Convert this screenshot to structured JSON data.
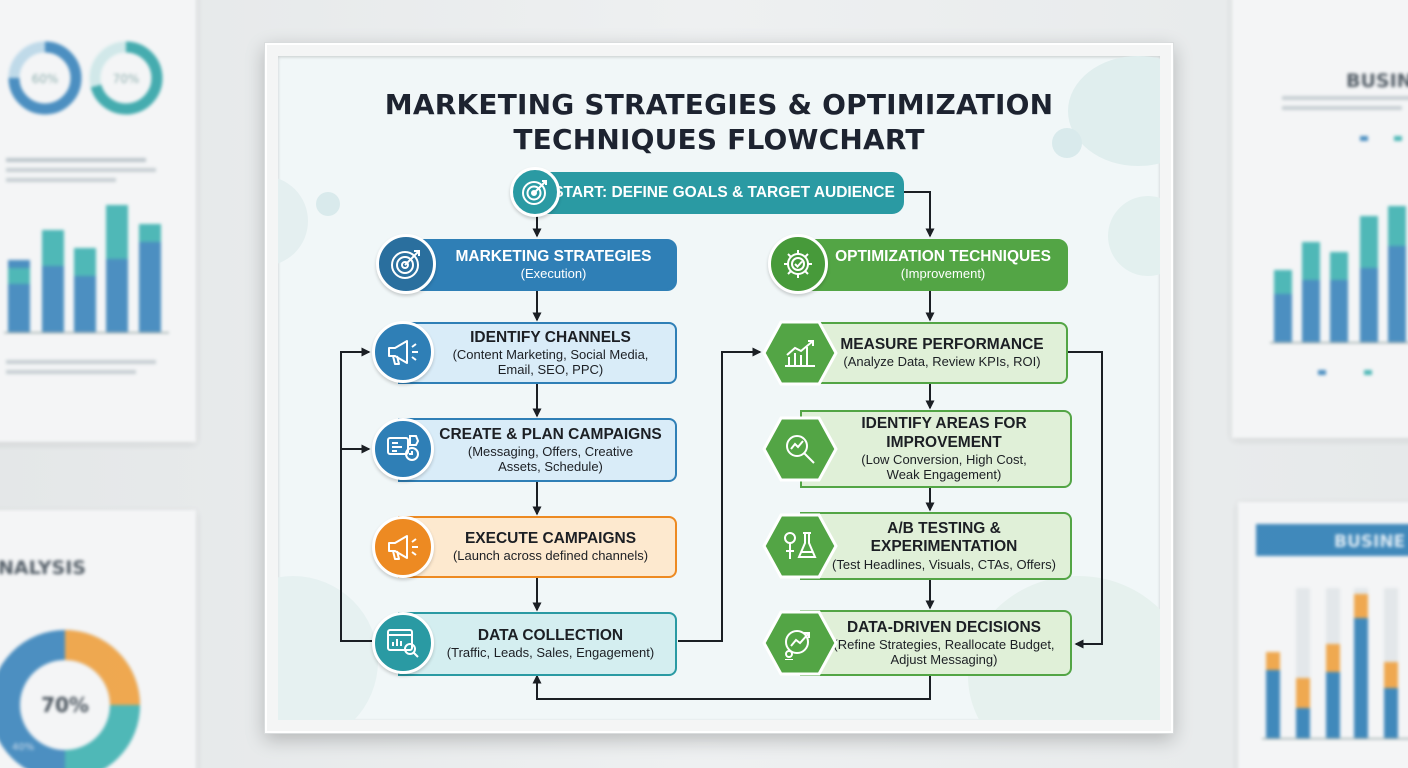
{
  "title": {
    "line1": "MARKETING STRATEGIES & OPTIMIZATION",
    "line2": "TECHNIQUES FLOWCHART"
  },
  "start": {
    "label": "START: DEFINE GOALS & TARGET AUDIENCE",
    "icon": "target-icon"
  },
  "left": {
    "header": {
      "title": "MARKETING STRATEGIES",
      "subtitle": "(Execution)",
      "icon": "target-icon"
    },
    "steps": [
      {
        "title": "IDENTIFY CHANNELS",
        "lines": [
          "(Content Marketing, Social Media,",
          "Email, SEO, PPC)"
        ],
        "icon": "megaphone-icon"
      },
      {
        "title": "CREATE & PLAN CAMPAIGNS",
        "lines": [
          "(Messaging, Offers, Creative",
          "Assets, Schedule)"
        ],
        "icon": "campaign-plan-icon"
      },
      {
        "title": "EXECUTE CAMPAIGNS",
        "lines": [
          "(Launch across defined channels)"
        ],
        "icon": "megaphone-icon"
      },
      {
        "title": "DATA COLLECTION",
        "lines": [
          "(Traffic, Leads, Sales, Engagement)"
        ],
        "icon": "analytics-search-icon"
      }
    ]
  },
  "right": {
    "header": {
      "title": "OPTIMIZATION TECHNIQUES",
      "subtitle": "(Improvement)",
      "icon": "gear-icon"
    },
    "steps": [
      {
        "title": "MEASURE PERFORMANCE",
        "lines": [
          "(Analyze Data, Review KPIs, ROI)"
        ],
        "icon": "growth-chart-icon"
      },
      {
        "title": "IDENTIFY AREAS FOR",
        "title2": "IMPROVEMENT",
        "lines": [
          "(Low Conversion, High Cost,",
          "Weak Engagement)"
        ],
        "icon": "magnifier-chart-icon"
      },
      {
        "title": "A/B TESTING &",
        "title2": "EXPERIMENTATION",
        "lines": [
          "(Test Headlines, Visuals, CTAs, Offers)"
        ],
        "icon": "lab-test-icon"
      },
      {
        "title": "DATA-DRIVEN DECISIONS",
        "lines": [
          "(Refine Strategies, Reallocate Budget,",
          "Adjust Messaging)"
        ],
        "icon": "decision-icon"
      }
    ]
  },
  "colors": {
    "blue": "#2f7fb6",
    "orange": "#ed8a22",
    "teal": "#2a9aa3",
    "green": "#53a545",
    "start": "#2a9aa3",
    "text": "#1d2330"
  },
  "background": {
    "left_poster_top": {
      "donut_labels": [
        "60%",
        "70%"
      ]
    },
    "left_poster_bottom": {
      "heading": "NALYSIS",
      "donut_label": "70%",
      "donut_small_label": "40%"
    },
    "right_poster_top": {
      "heading": "BUSIN"
    },
    "right_poster_bottom": {
      "heading": "BUSINE"
    }
  }
}
